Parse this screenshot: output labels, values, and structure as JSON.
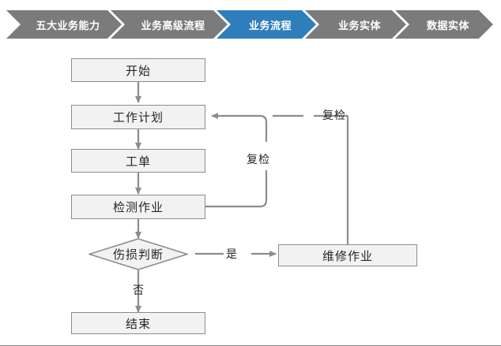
{
  "breadcrumb": {
    "items": [
      {
        "label": "五大业务能力",
        "state": "inactive"
      },
      {
        "label": "业务高级流程",
        "state": "inactive"
      },
      {
        "label": "业务流程",
        "state": "active"
      },
      {
        "label": "业务实体",
        "state": "inactive"
      },
      {
        "label": "数据实体",
        "state": "inactive"
      }
    ],
    "colors": {
      "inactive_fill": "#7b7b7b",
      "active_fill": "#2e7ebb",
      "label_color": "#ffffff"
    }
  },
  "flowchart": {
    "colors": {
      "node_fill": "#f2f2f2",
      "node_border": "#8c8c8c",
      "connector": "#8c8c8c",
      "text": "#262626"
    },
    "nodes": [
      {
        "id": "start",
        "label": "开始",
        "shape": "rect"
      },
      {
        "id": "work_plan",
        "label": "工作计划",
        "shape": "rect"
      },
      {
        "id": "work_order",
        "label": "工单",
        "shape": "rect"
      },
      {
        "id": "inspection",
        "label": "检测作业",
        "shape": "rect"
      },
      {
        "id": "decision",
        "label": "伤损判断",
        "shape": "diamond"
      },
      {
        "id": "repair",
        "label": "维修作业",
        "shape": "rect"
      },
      {
        "id": "end",
        "label": "结束",
        "shape": "rect"
      }
    ],
    "edge_labels": [
      {
        "id": "recheck_inner",
        "label": "复检"
      },
      {
        "id": "recheck_outer",
        "label": "复检"
      },
      {
        "id": "yes",
        "label": "是"
      },
      {
        "id": "no",
        "label": "否"
      }
    ]
  }
}
